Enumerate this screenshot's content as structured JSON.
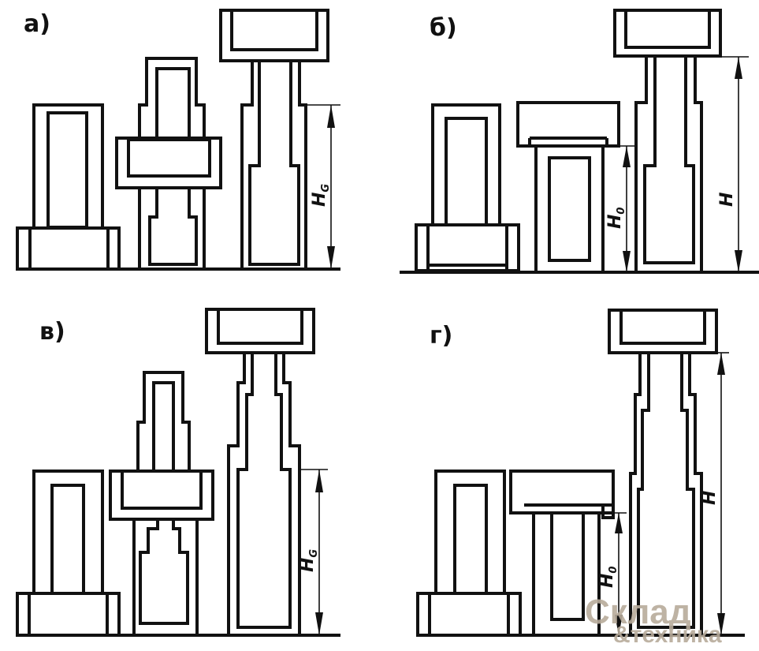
{
  "panels": [
    {
      "label": "а)",
      "dimension": {
        "main": "H",
        "sub": "G"
      }
    },
    {
      "label": "б)",
      "dimensions": [
        {
          "main": "H",
          "sub": "0"
        },
        {
          "main": "H",
          "sub": ""
        }
      ]
    },
    {
      "label": "в)",
      "dimension": {
        "main": "H",
        "sub": "G"
      }
    },
    {
      "label": "г)",
      "dimensions": [
        {
          "main": "H",
          "sub": "0"
        },
        {
          "main": "H",
          "sub": ""
        }
      ]
    }
  ],
  "watermark": {
    "line1": "Склад",
    "line2": "&техника"
  }
}
